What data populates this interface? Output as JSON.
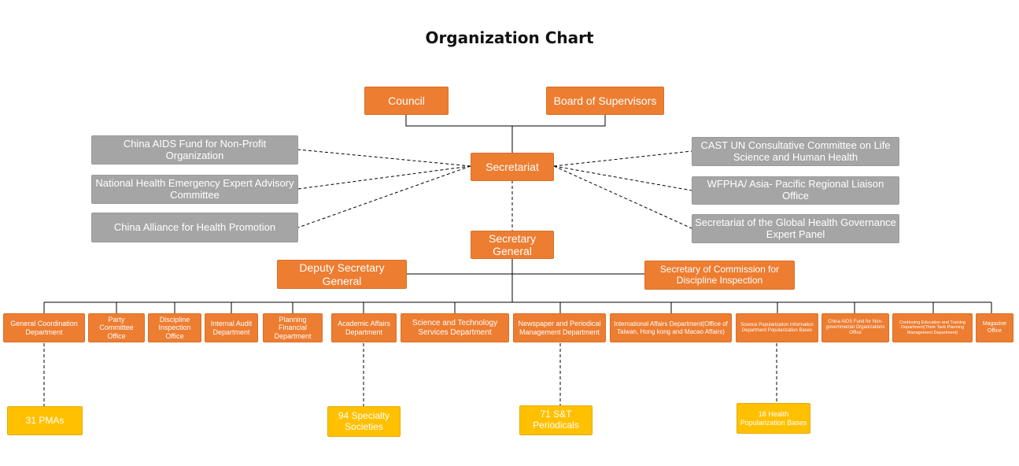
{
  "title": "Organization Chart",
  "top": {
    "council": "Council",
    "board": "Board of Supervisors",
    "secretariat": "Secretariat",
    "secretary_general": "Secretary General",
    "deputy": "Deputy Secretary General",
    "commission": "Secretary of Commission for Discipline Inspection"
  },
  "partners_left": [
    "China AIDS Fund for Non-Profit Organization",
    "National Health Emergency Expert Advisory Committee",
    "China Alliance for Health Promotion"
  ],
  "partners_right": [
    "CAST UN Consultative Committee on Life Science and Human Health",
    "WFPHA/ Asia- Pacific Regional Liaison Office",
    "Secretariat of the Global Health Governance Expert Panel"
  ],
  "departments": [
    "General Coordination Department",
    "Party Committee Office",
    "Discipline Inspection Office",
    "Internal Audit Department",
    "Planning Financial Department",
    "Academic Affairs Department",
    "Science and Technology Services Department",
    "Newspaper and Periodical Management Department",
    "International Affairs Department(Office of Taiwan, Hong kong and Macao Affairs)",
    "Science Popularization Information Department Popularization Bases",
    "China AIDS Fund for Non-governmental Organizations Office",
    "Continuing Education and Training Department(Think Tank Planning Management Department)",
    "Magazine Office"
  ],
  "outputs": [
    "31 PMAs",
    "94  Specialty Societies",
    "71 S&T Periodicals",
    "18 Health Popularization Bases"
  ],
  "colors": {
    "orange": "#ED7D31",
    "gray": "#A5A5A5",
    "gold": "#FFC000"
  }
}
